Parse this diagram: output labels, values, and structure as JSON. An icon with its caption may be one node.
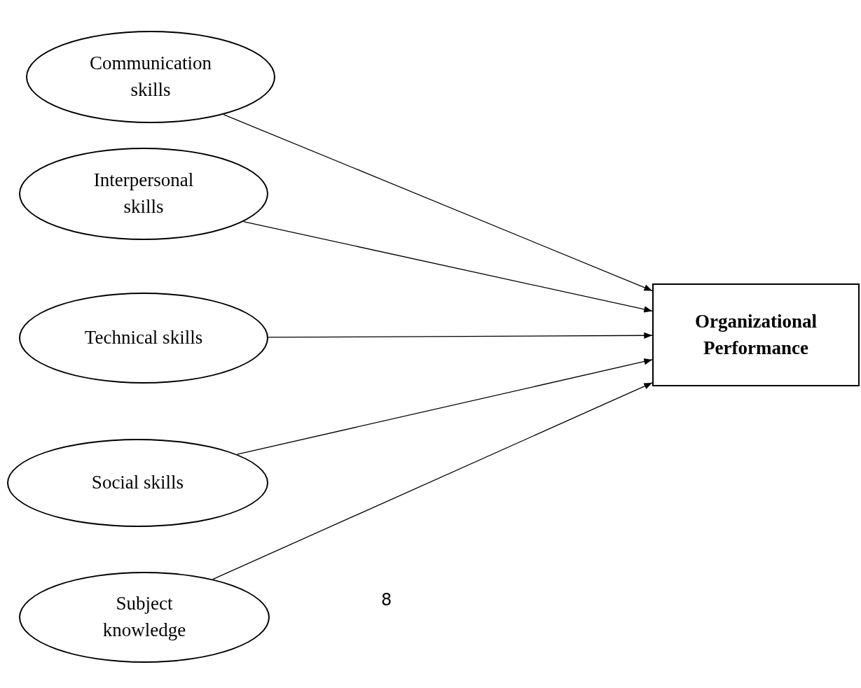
{
  "diagram": {
    "nodes": [
      {
        "text": [
          "Communication skills"
        ]
      },
      {
        "text": [
          "Interpersonal skills"
        ]
      },
      {
        "text": [
          "Technical skills"
        ]
      },
      {
        "text": [
          "Social skills"
        ]
      },
      {
        "text": [
          "Subject knowledge"
        ]
      },
      {
        "text": [
          "Organizational Performance"
        ]
      }
    ],
    "edges": [
      {
        "from": 0,
        "to": 5,
        "arrow": "to"
      },
      {
        "from": 1,
        "to": 5,
        "arrow": "to"
      },
      {
        "from": 2,
        "to": 5,
        "arrow": "to"
      },
      {
        "from": 3,
        "to": 5,
        "arrow": "to"
      },
      {
        "from": 4,
        "to": 5,
        "arrow": "to"
      }
    ],
    "labels": [
      "8"
    ]
  }
}
